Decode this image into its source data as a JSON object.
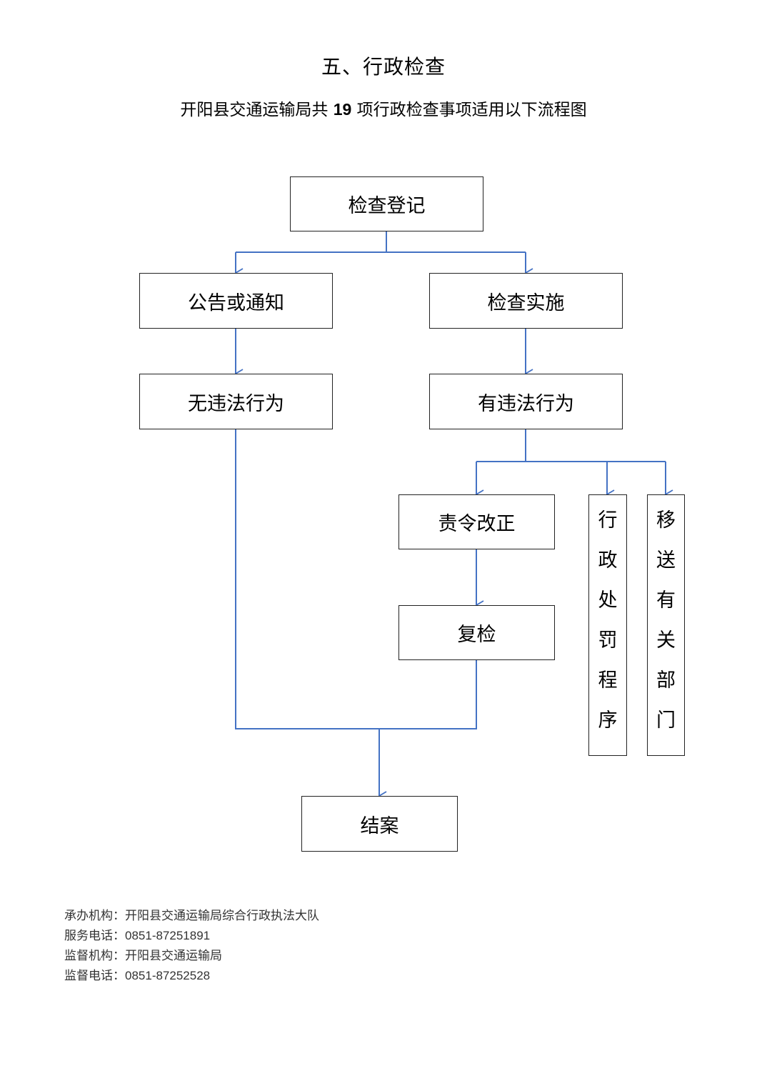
{
  "heading": "五、行政检查",
  "subtitle": {
    "prefix": "开阳县交通运输局共",
    "number": "19",
    "suffix": "项行政检查事项适用以下流程图"
  },
  "flow": {
    "register": "检查登记",
    "notice": "公告或通知",
    "implement": "检查实施",
    "no_violation": "无违法行为",
    "has_violation": "有违法行为",
    "rectify": "责令改正",
    "recheck": "复检",
    "penalty_chars": [
      "行",
      "政",
      "处",
      "罚",
      "程",
      "序"
    ],
    "transfer_chars": [
      "移",
      "送",
      "有",
      "关",
      "部",
      "门"
    ],
    "close": "结案"
  },
  "footer": {
    "org_label": "承办机构：",
    "org_value": "开阳县交通运输局综合行政执法大队",
    "phone_label": "服务电话：",
    "phone_value": "0851-87251891",
    "sup_org_label": "监督机构：",
    "sup_org_value": "开阳县交通运输局",
    "sup_phone_label": "监督电话：",
    "sup_phone_value": "0851-87252528"
  },
  "colors": {
    "connector": "#4472C4",
    "border": "#222222"
  }
}
